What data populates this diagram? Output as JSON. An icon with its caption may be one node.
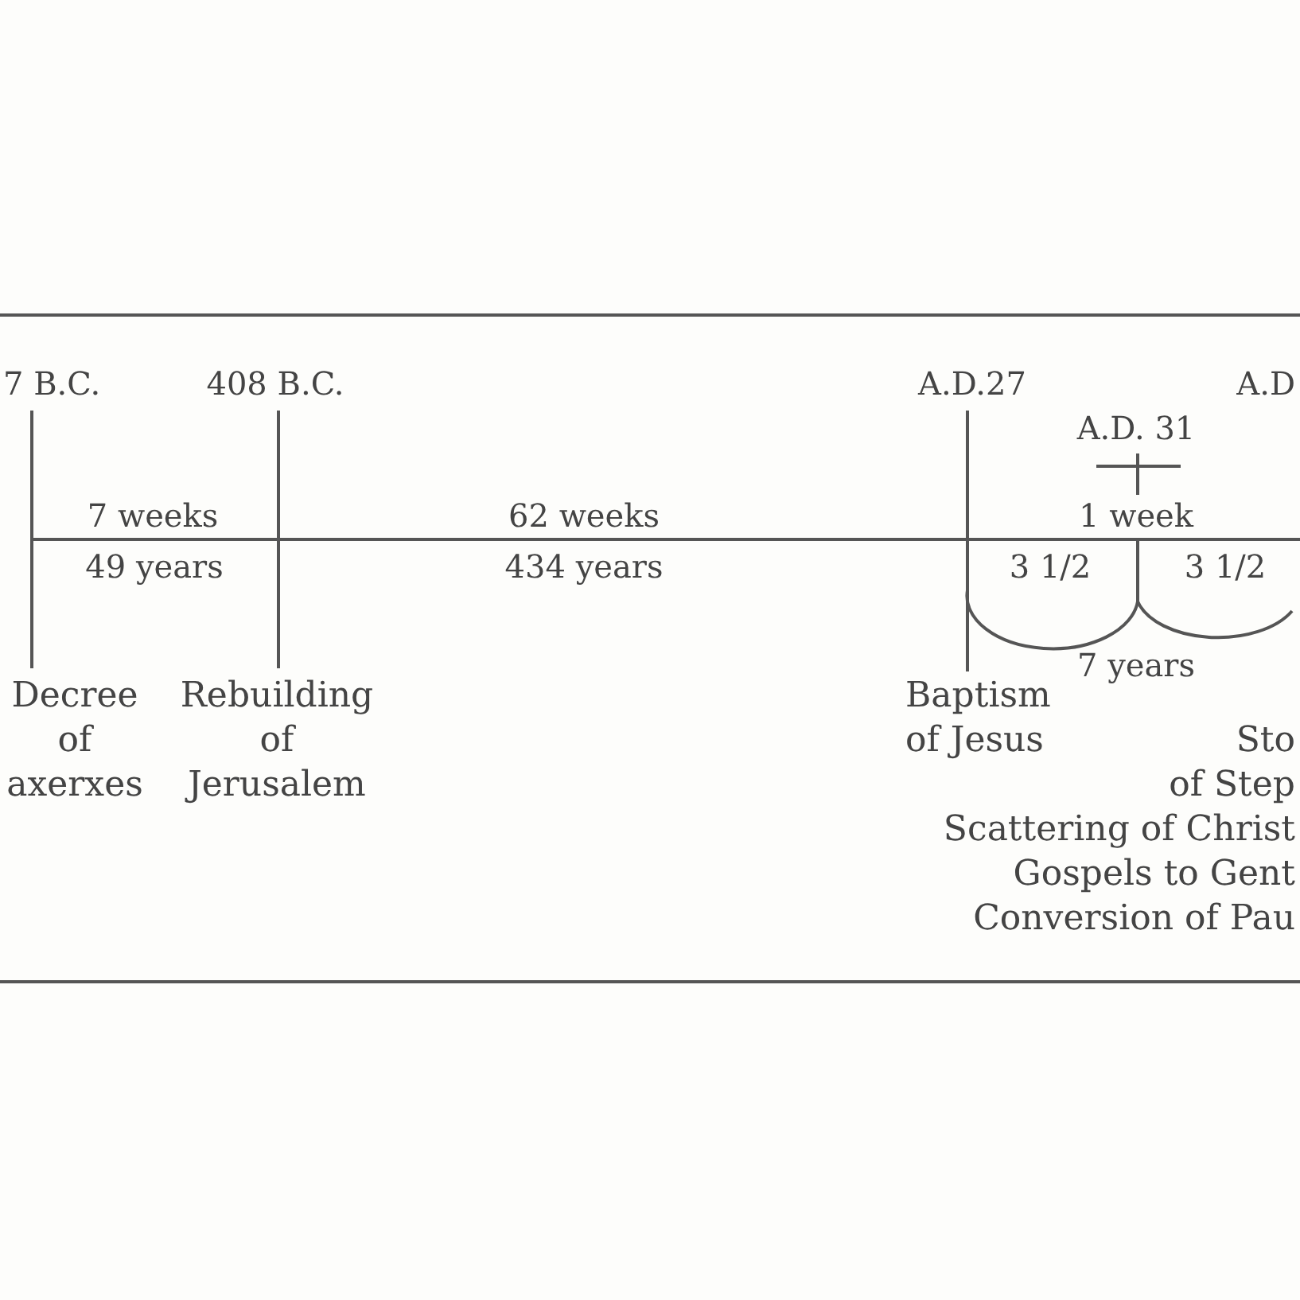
{
  "diagram": {
    "labels": [
      "7 B.C.",
      "408 B.C.",
      "A.D.27",
      "A.D",
      "A.D. 31",
      "7 weeks",
      "62 weeks",
      "1 week",
      "49 years",
      "434 years",
      "3 1/2",
      "3 1/2",
      "7 years",
      "Decree of axerxes",
      "Rebuilding of Jerusalem",
      "Baptism of Jesus",
      "Sto of Step",
      "Scattering of Christ",
      "Gospels to Gent",
      "Conversion of Pau"
    ]
  }
}
